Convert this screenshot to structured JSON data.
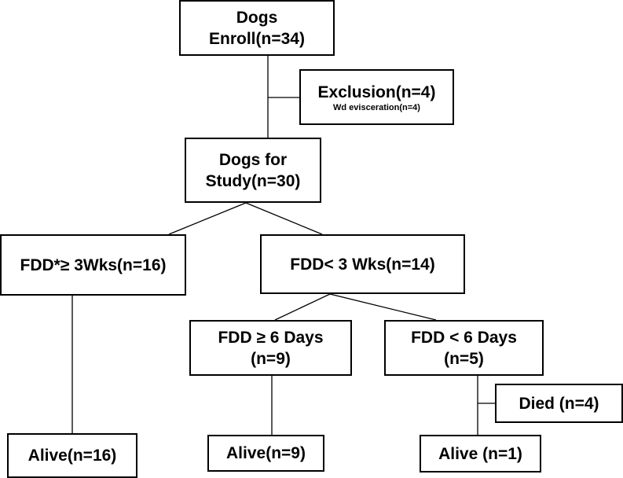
{
  "nodes": {
    "enroll": {
      "line1": "Dogs",
      "line2": "Enroll(n=34)"
    },
    "exclusion": {
      "line1": "Exclusion(n=4)",
      "line2": "Wd evisceration(n=4)"
    },
    "study": {
      "line1": "Dogs for",
      "line2": "Study(n=30)"
    },
    "fdd_ge3wks": {
      "line1": "FDD*≥ 3Wks(n=16)"
    },
    "fdd_lt3wks": {
      "line1": "FDD< 3 Wks(n=14)"
    },
    "fdd_ge6days": {
      "line1": "FDD ≥ 6 Days",
      "line2": "(n=9)"
    },
    "fdd_lt6days": {
      "line1": "FDD < 6 Days",
      "line2": "(n=5)"
    },
    "died": {
      "line1": "Died (n=4)"
    },
    "alive16": {
      "line1": "Alive(n=16)"
    },
    "alive9": {
      "line1": "Alive(n=9)"
    },
    "alive1": {
      "line1": "Alive (n=1)"
    }
  }
}
